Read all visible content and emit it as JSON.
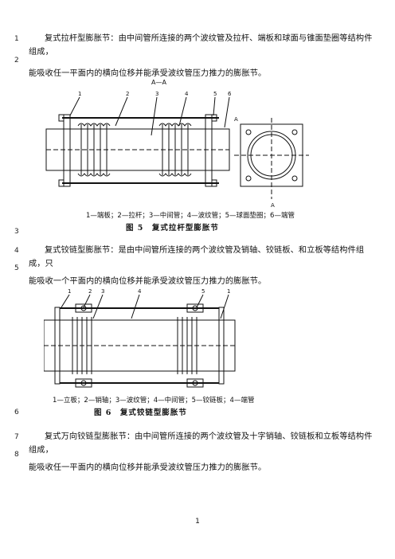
{
  "line_numbers": [
    "1",
    "2",
    "3",
    "4",
    "5",
    "6",
    "7",
    "8"
  ],
  "paragraphs": {
    "p1_line1": "复式拉杆型膨胀节：由中间管所连接的两个波纹管及拉杆、端板和球面与锥面垫圈等结构件组成，",
    "p1_line2": "能吸收任一平面内的横向位移并能承受波纹管压力推力的膨胀节。",
    "p2_line1": "复式铰链型膨胀节：是由中间管所连接的两个波纹管及销轴、铰链板、和立板等结构件组成，只",
    "p2_line2": "能吸收一个平面内的横向位移并能承受波纹管压力推力的膨胀节。",
    "p3_line1": "复式万向铰链型膨胀节：由中间管所连接的两个波纹管及十字销轴、铰链板和立板等结构件组成，",
    "p3_line2": "能吸收任一平面内的横向位移并能承受波纹管压力推力的膨胀节。"
  },
  "figure5": {
    "section_label": "A—A",
    "section_mark": "A",
    "callouts": [
      "1",
      "2",
      "3",
      "4",
      "5",
      "6"
    ],
    "legend": "1—端板；2—拉杆；3—中间管；4—波纹管；5—球面垫圈；6—端管",
    "caption": "图 5　复式拉杆型膨胀节"
  },
  "figure6": {
    "callouts": [
      "1",
      "2",
      "3",
      "4",
      "5",
      "1"
    ],
    "legend": "1—立板；2—销轴；3—波纹管；4—中间管；5—铰链板；4—端管",
    "caption": "图 6　复式铰链型膨胀节"
  },
  "page_number": "1"
}
